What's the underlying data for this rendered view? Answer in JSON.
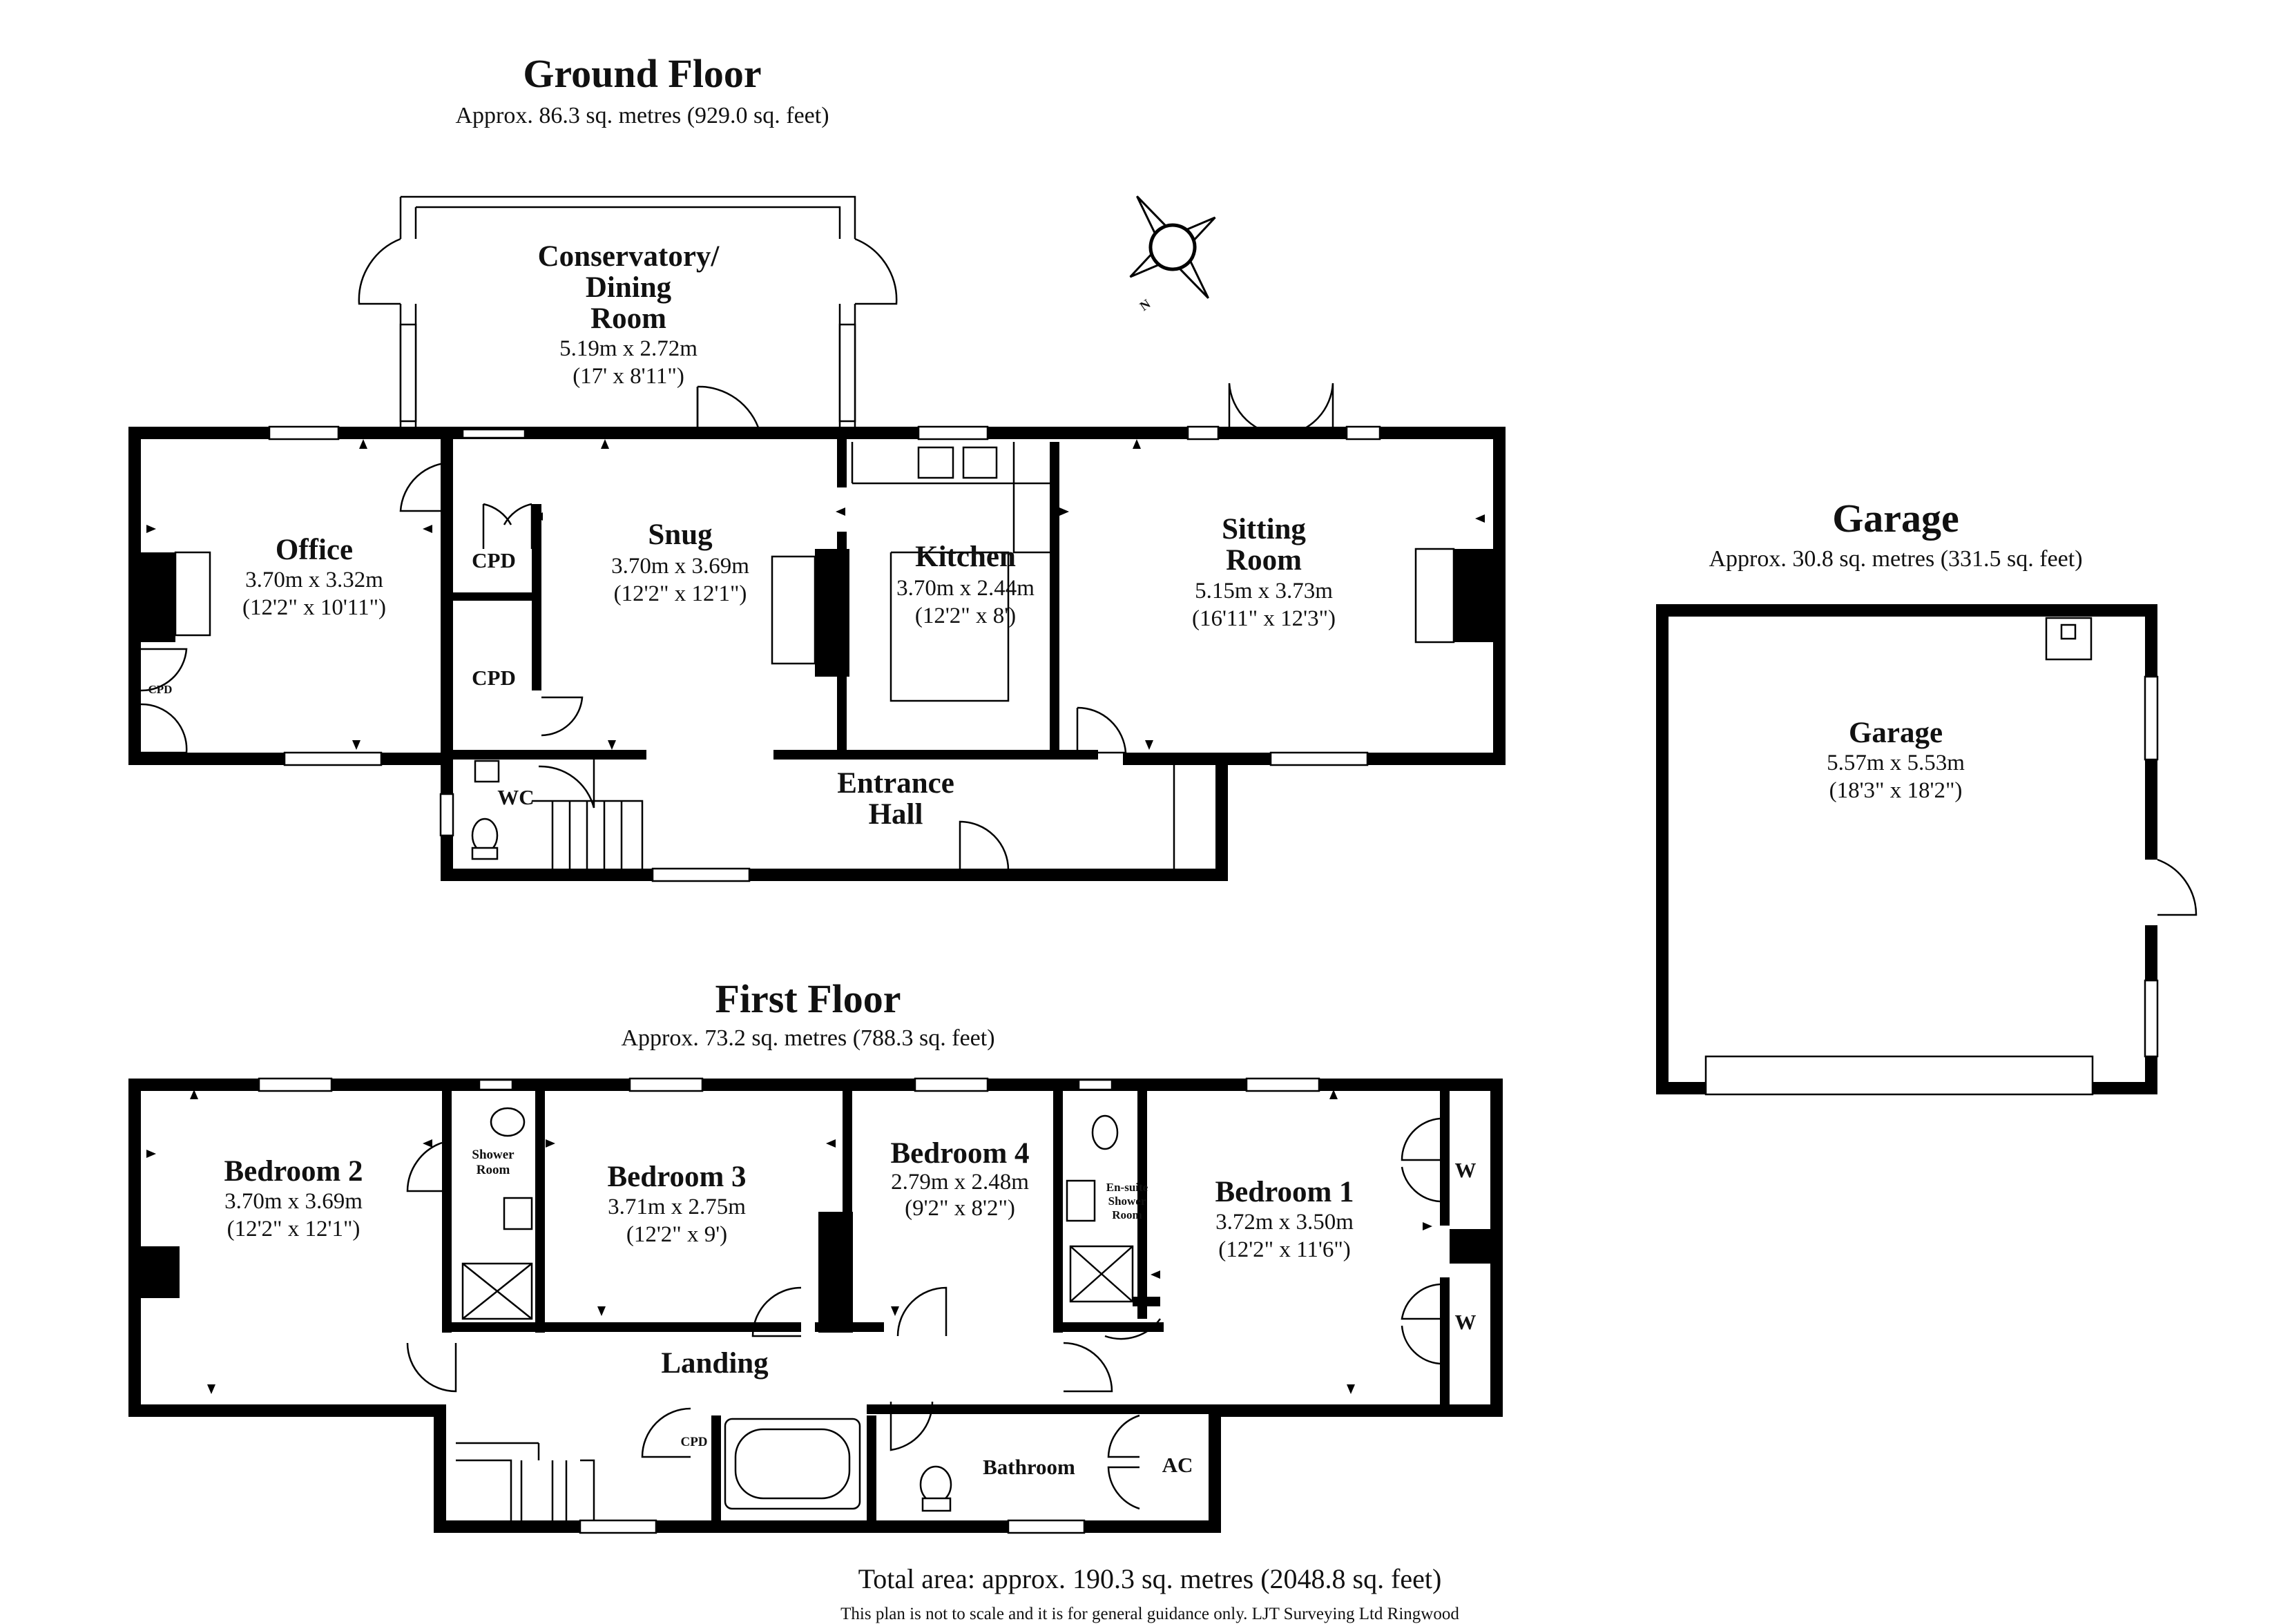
{
  "ground_floor": {
    "title": "Ground Floor",
    "area": "Approx. 86.3 sq. metres (929.0 sq. feet)",
    "rooms": {
      "conservatory": {
        "name_l1": "Conservatory/",
        "name_l2": "Dining",
        "name_l3": "Room",
        "dim_m": "5.19m x 2.72m",
        "dim_ft": "(17' x 8'11\")"
      },
      "office": {
        "name": "Office",
        "dim_m": "3.70m x 3.32m",
        "dim_ft": "(12'2\" x 10'11\")"
      },
      "snug": {
        "name": "Snug",
        "dim_m": "3.70m x 3.69m",
        "dim_ft": "(12'2\" x 12'1\")"
      },
      "kitchen": {
        "name": "Kitchen",
        "dim_m": "3.70m x 2.44m",
        "dim_ft": "(12'2\" x 8')"
      },
      "sitting_room": {
        "name_l1": "Sitting",
        "name_l2": "Room",
        "dim_m": "5.15m x 3.73m",
        "dim_ft": "(16'11\" x 12'3\")"
      },
      "entrance_hall": {
        "name_l1": "Entrance",
        "name_l2": "Hall"
      },
      "cpd_upper": "CPD",
      "cpd_lower": "CPD",
      "cpd_office": "CPD",
      "wc": "WC"
    }
  },
  "first_floor": {
    "title": "First Floor",
    "area": "Approx. 73.2 sq. metres (788.3 sq. feet)",
    "rooms": {
      "bedroom2": {
        "name": "Bedroom 2",
        "dim_m": "3.70m x 3.69m",
        "dim_ft": "(12'2\" x 12'1\")"
      },
      "shower_room": {
        "name_l1": "Shower",
        "name_l2": "Room"
      },
      "bedroom3": {
        "name": "Bedroom 3",
        "dim_m": "3.71m x 2.75m",
        "dim_ft": "(12'2\" x 9')"
      },
      "bedroom4": {
        "name": "Bedroom 4",
        "dim_m": "2.79m x 2.48m",
        "dim_ft": "(9'2\" x 8'2\")"
      },
      "ensuite": {
        "name_l1": "En-suite",
        "name_l2": "Shower",
        "name_l3": "Room"
      },
      "bedroom1": {
        "name": "Bedroom 1",
        "dim_m": "3.72m x 3.50m",
        "dim_ft": "(12'2\" x 11'6\")"
      },
      "landing": "Landing",
      "bathroom": "Bathroom",
      "cpd": "CPD",
      "ac": "AC",
      "w1": "W",
      "w2": "W"
    }
  },
  "garage": {
    "title": "Garage",
    "area": "Approx. 30.8 sq. metres (331.5 sq. feet)",
    "room": {
      "name": "Garage",
      "dim_m": "5.57m x 5.53m",
      "dim_ft": "(18'3\" x 18'2\")"
    }
  },
  "compass": {
    "label": "N",
    "icon": "compass-rose-icon"
  },
  "total_area": "Total area: approx. 190.3 sq. metres (2048.8 sq. feet)",
  "disclaimer": "This plan is not to scale and it is for general guidance only. LJT Surveying Ltd Ringwood"
}
